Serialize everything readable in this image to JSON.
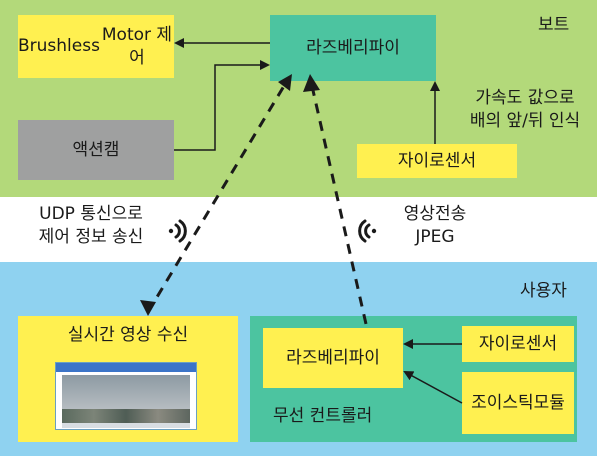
{
  "boat": {
    "label": "보트",
    "motor": {
      "line1": "Brushless",
      "line2": "Motor 제어"
    },
    "raspberry_pi": "라즈베리파이",
    "action_cam": "액션캠",
    "gyro": "자이로센서",
    "accel_note": {
      "line1": "가속도 값으로",
      "line2": "배의 앞/뒤 인식"
    }
  },
  "links": {
    "udp_note": {
      "line1": "UDP 통신으로",
      "line2": "제어 정보 송신"
    },
    "video_note": {
      "line1": "영상전송",
      "line2": "JPEG"
    }
  },
  "user": {
    "label": "사용자",
    "live_video": "실시간 영상 수신",
    "raspberry_pi": "라즈베리파이",
    "controller_label": "무선 컨트롤러",
    "gyro": "자이로센서",
    "joystick": {
      "line1": "조이스틱",
      "line2": "모듈"
    }
  },
  "colors": {
    "boat_bg": "#b3d97a",
    "user_bg": "#8fd2f0",
    "box_yellow": "#fff050",
    "box_teal": "#4cc4a0",
    "box_grey": "#9fa0a0"
  }
}
